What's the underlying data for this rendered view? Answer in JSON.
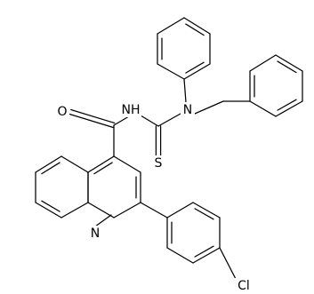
{
  "atom_labels": {
    "carbonyl_o": "O",
    "amide_nh": "NH",
    "thioamide_n": "N",
    "thio_s": "S",
    "quinoline_n": "N",
    "chlorine": "Cl"
  },
  "colors": {
    "bond": "#000000",
    "label": "#000000",
    "background": "#ffffff"
  }
}
